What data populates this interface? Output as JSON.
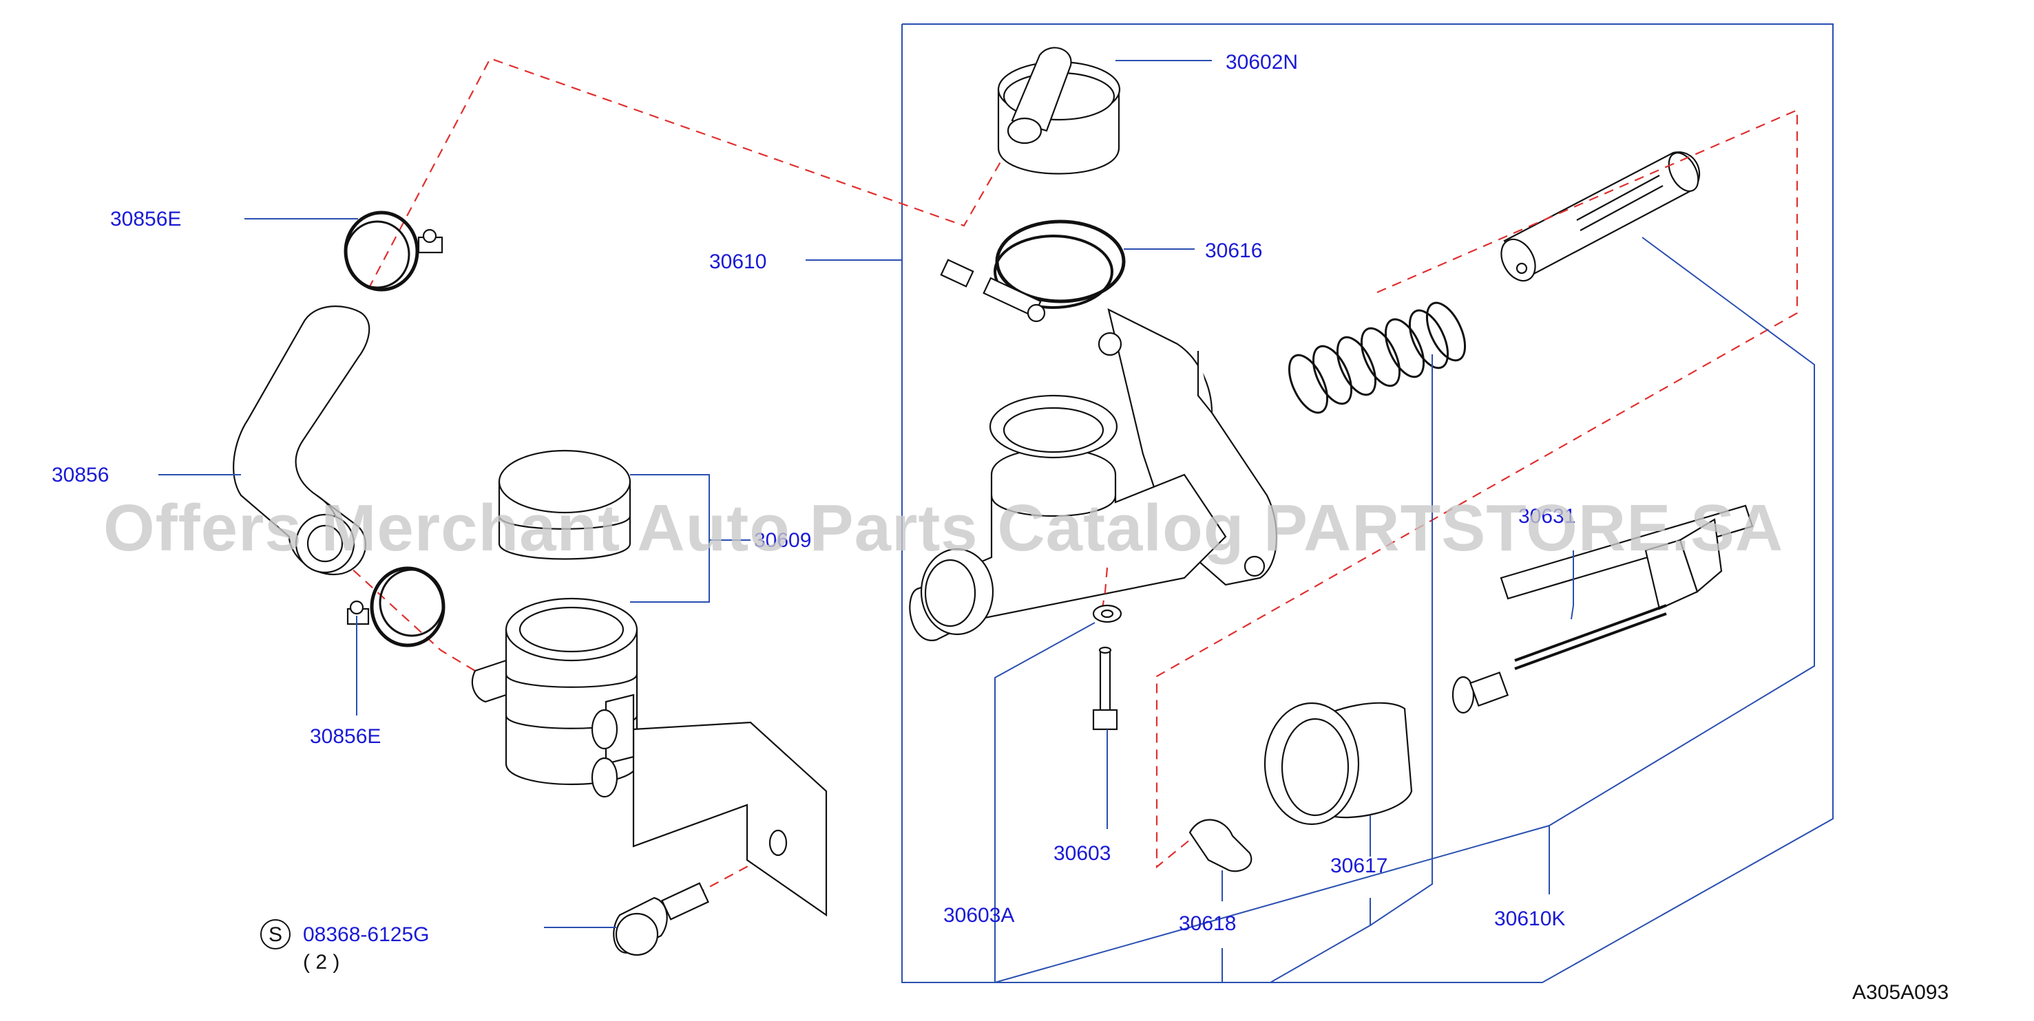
{
  "diagram": {
    "watermark": "Offers Merchant Auto Parts Catalog PARTSTORE.SA",
    "code": "A305A093",
    "callouts": {
      "c30856E_top": "30856E",
      "c30856": "30856",
      "c30856E_bottom": "30856E",
      "c08368": "08368-6125G",
      "c08368_qty": "( 2 )",
      "c08368_prefix": "S",
      "c30609": "30609",
      "c30610": "30610",
      "c30602N": "30602N",
      "c30616": "30616",
      "c30631": "30631",
      "c30603": "30603",
      "c30603A": "30603A",
      "c30618": "30618",
      "c30617": "30617",
      "c30610K": "30610K"
    }
  }
}
